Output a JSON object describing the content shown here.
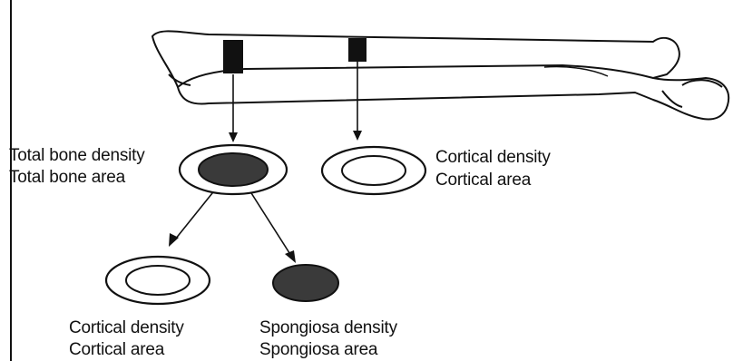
{
  "labels": {
    "total_bone_density": "Total bone density",
    "total_bone_area": "Total bone area",
    "cortical_density_right": "Cortical density",
    "cortical_area_right": "Cortical area",
    "cortical_density_bottom": "Cortical density",
    "cortical_area_bottom": "Cortical area",
    "spongiosa_density": "Spongiosa density",
    "spongiosa_area": "Spongiosa area"
  },
  "colors": {
    "ink": "#111111",
    "fill_dark": "#3a3a3a",
    "background": "#ffffff"
  }
}
